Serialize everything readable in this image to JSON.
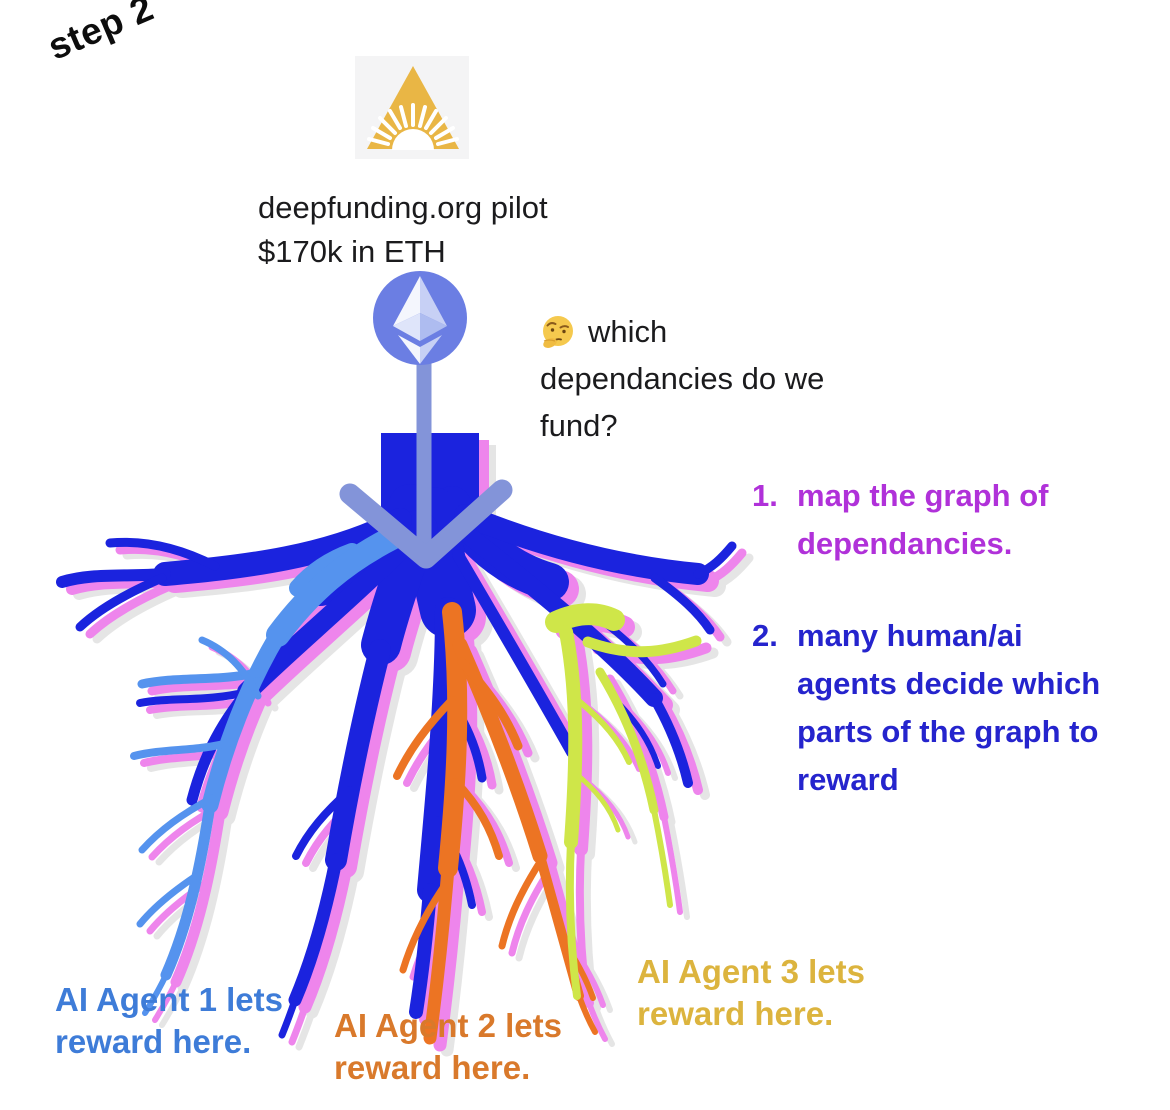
{
  "step_label": "step 2",
  "logo": {
    "icon": "sunrise-triangle-logo",
    "triangle_color": "#e9b645",
    "background_color": "#f4f4f5"
  },
  "funding": {
    "line1": "deepfunding.org pilot",
    "line2": "$170k in ETH"
  },
  "eth_coin": {
    "icon": "ethereum-coin",
    "circle_color": "#6b7ee3"
  },
  "arrow": {
    "icon": "down-arrow",
    "color": "#8394d9"
  },
  "question": {
    "emoji_icon": "thinking-face-emoji",
    "line1": "which",
    "line2": "dependancies do we",
    "line3": "fund?",
    "text_color": "#1b1b1d"
  },
  "steps": [
    {
      "number": "1.",
      "lines": [
        "map the graph of",
        "dependancies."
      ],
      "color": "#b031d9"
    },
    {
      "number": "2.",
      "lines": [
        "many human/ai",
        "agents decide which",
        "parts of the graph to",
        "reward"
      ],
      "color": "#2524cd"
    }
  ],
  "agents": [
    {
      "line1": "AI Agent 1 lets",
      "line2": "reward here.",
      "color": "#3e7cd8"
    },
    {
      "line1": "AI Agent 2 lets",
      "line2": "reward here.",
      "color": "#d9792b"
    },
    {
      "line1": "AI Agent 3 lets",
      "line2": "reward here.",
      "color": "#dcb43e"
    }
  ],
  "root_colors": {
    "dark_blue": "#1b23de",
    "light_blue": "#5593ee",
    "orange": "#ec7423",
    "yellow_green": "#cfe649",
    "pink_shadow": "#ee85ec",
    "gray_shadow": "#aaaaaa"
  }
}
